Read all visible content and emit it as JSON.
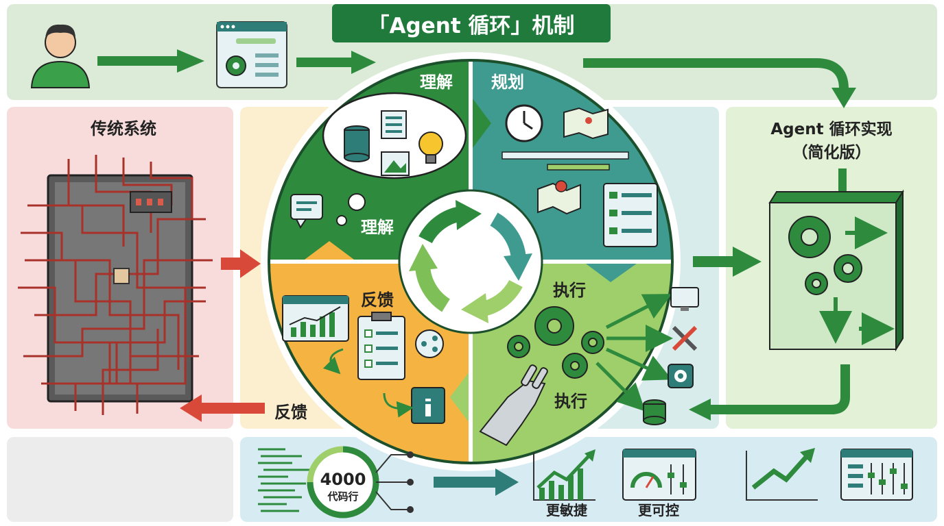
{
  "title": "「Agent 循环」机制",
  "traditional": {
    "heading": "传统系统",
    "feedback_label": "反馈"
  },
  "cycle": {
    "understand_top": "理解",
    "understand_inner": "理解",
    "plan": "规划",
    "feedback": "反馈",
    "execute_top": "执行",
    "execute_bottom": "执行"
  },
  "implementation": {
    "heading_line1": "Agent 循环实现",
    "heading_line2": "（简化版）"
  },
  "bottom": {
    "code_count": "4000",
    "code_unit": "代码行",
    "agile_label": "更敏捷",
    "control_label": "更可控"
  },
  "colors": {
    "green_dark": "#2e8b3e",
    "teal": "#3f9b8f",
    "orange": "#f5b342",
    "light_green": "#9fcf6a",
    "red": "#b53a2e",
    "top_band": "#dcebd8",
    "left_panel": "#f8dcdc",
    "right_panel": "#e3f1d6",
    "bottom_panel": "#d7ebf3"
  }
}
